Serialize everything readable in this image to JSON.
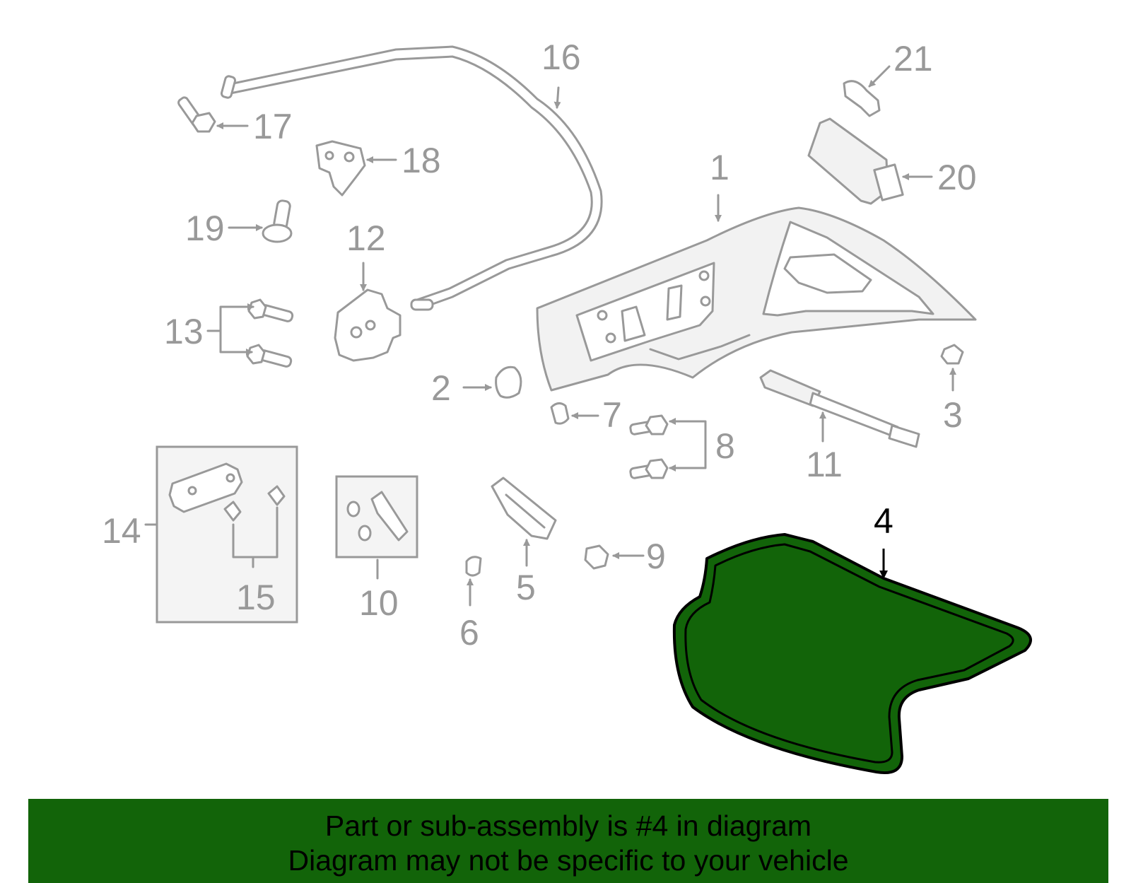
{
  "diagram": {
    "highlight_color": "#126409",
    "highlighted_part": "4",
    "callouts": [
      {
        "id": "p1",
        "text": "1"
      },
      {
        "id": "p2",
        "text": "2"
      },
      {
        "id": "p3",
        "text": "3"
      },
      {
        "id": "p4",
        "text": "4"
      },
      {
        "id": "p5",
        "text": "5"
      },
      {
        "id": "p6",
        "text": "6"
      },
      {
        "id": "p7",
        "text": "7"
      },
      {
        "id": "p8",
        "text": "8"
      },
      {
        "id": "p9",
        "text": "9"
      },
      {
        "id": "p10",
        "text": "10"
      },
      {
        "id": "p11",
        "text": "11"
      },
      {
        "id": "p12",
        "text": "12"
      },
      {
        "id": "p13",
        "text": "13"
      },
      {
        "id": "p14",
        "text": "14"
      },
      {
        "id": "p15",
        "text": "15"
      },
      {
        "id": "p16",
        "text": "16"
      },
      {
        "id": "p17",
        "text": "17"
      },
      {
        "id": "p18",
        "text": "18"
      },
      {
        "id": "p19",
        "text": "19"
      },
      {
        "id": "p20",
        "text": "20"
      },
      {
        "id": "p21",
        "text": "21"
      }
    ]
  },
  "banner": {
    "line1": "Part or sub-assembly is #4 in diagram",
    "line2": "Diagram may not be specific to your vehicle",
    "background": "#126409"
  }
}
